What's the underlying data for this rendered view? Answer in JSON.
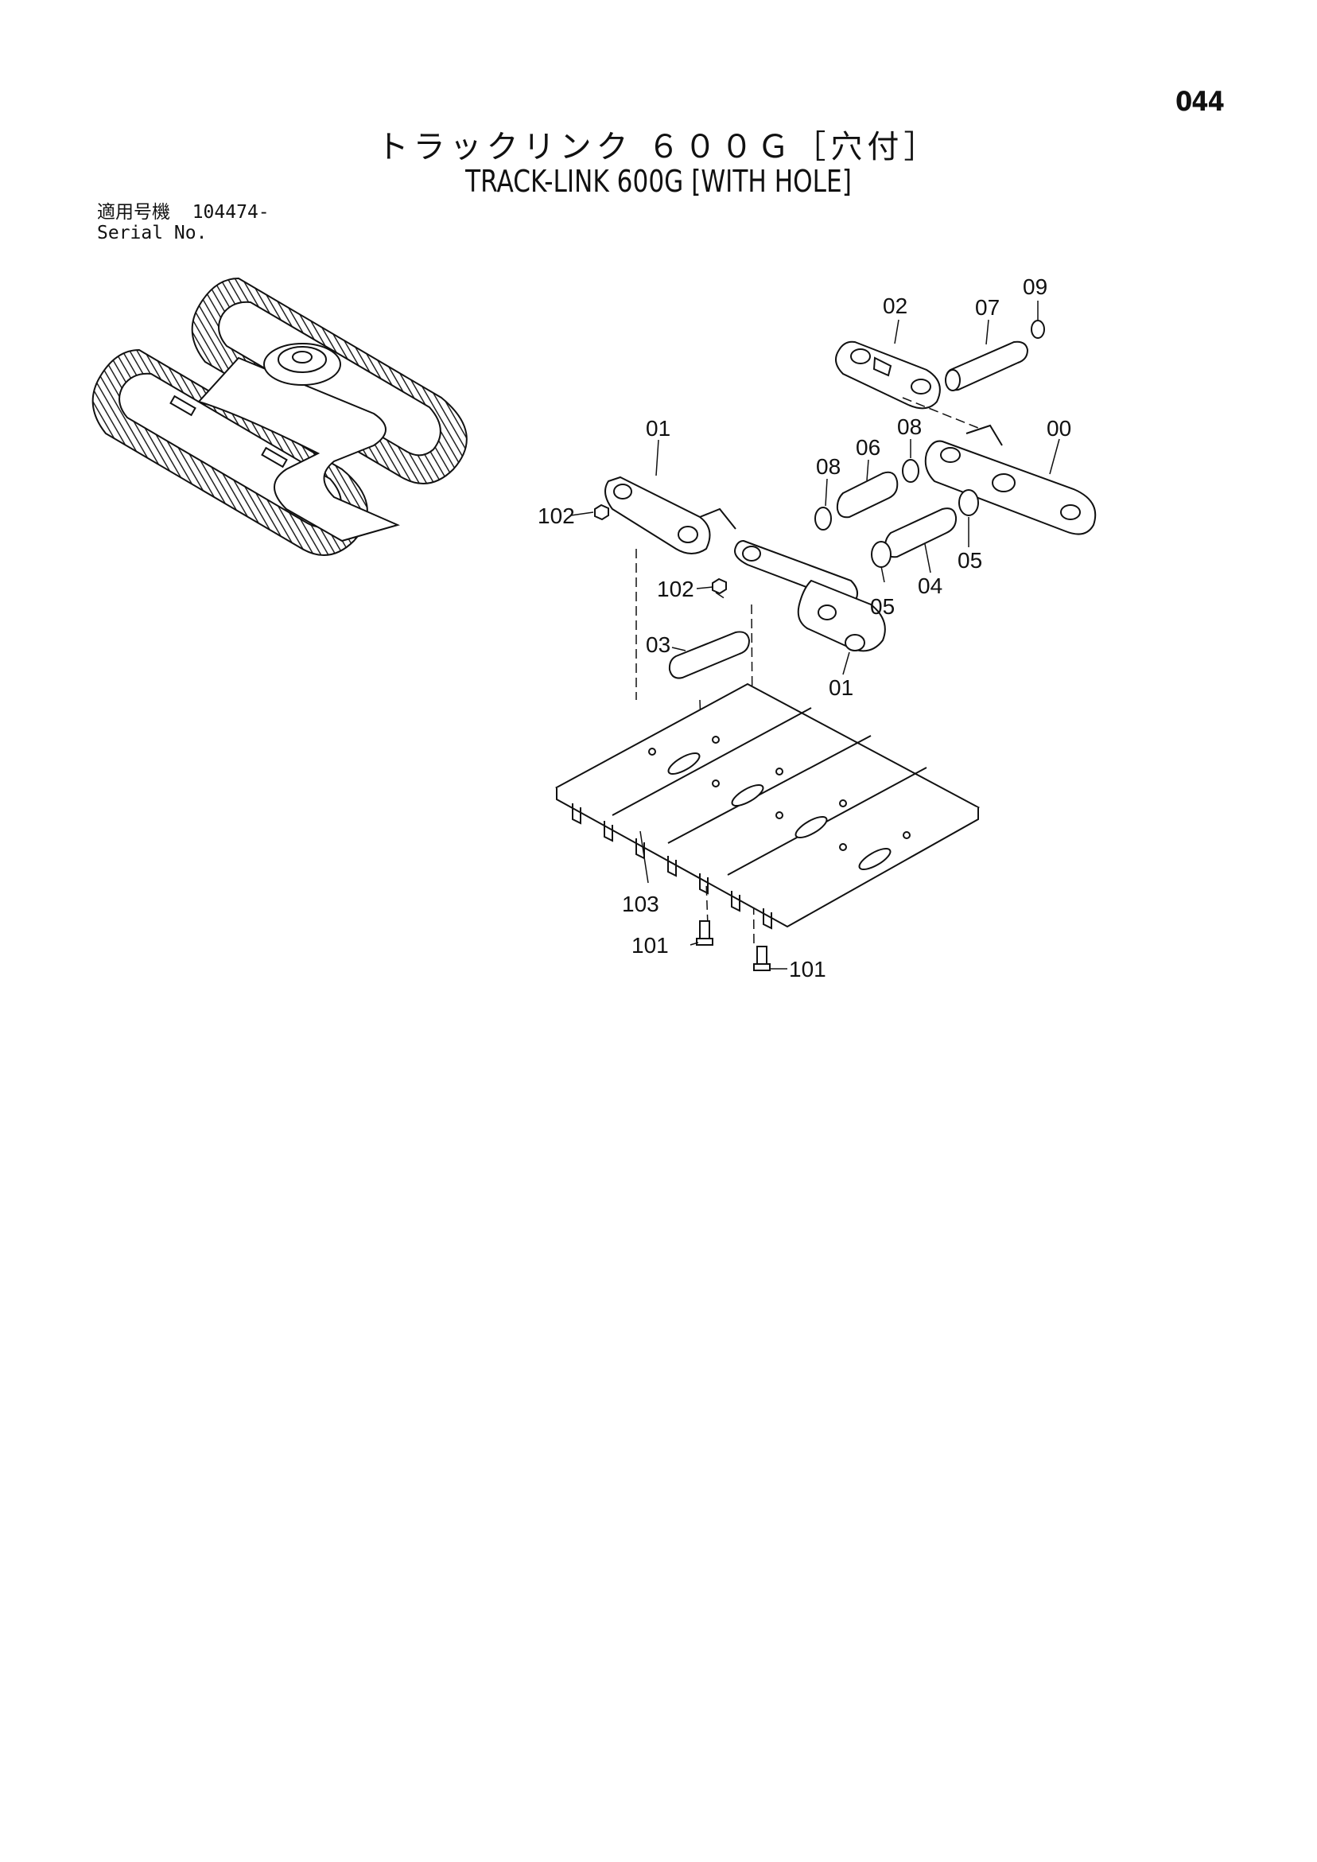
{
  "page_number": "044",
  "title_ja": "トラックリンク ６００Ｇ［穴付］",
  "title_en": "TRACK-LINK 600G [WITH HOLE]",
  "serial": {
    "label_ja": "適用号機",
    "label_en": "Serial No.",
    "value": "104474-"
  },
  "callouts": {
    "c02": "02",
    "c07": "07",
    "c09": "09",
    "c01a": "01",
    "c08a": "08",
    "c06": "06",
    "c08b": "08",
    "c00": "00",
    "c102a": "102",
    "c102b": "102",
    "c05a": "05",
    "c04": "04",
    "c05b": "05",
    "c03": "03",
    "c01b": "01",
    "c103": "103",
    "c101a": "101",
    "c101b": "101"
  }
}
